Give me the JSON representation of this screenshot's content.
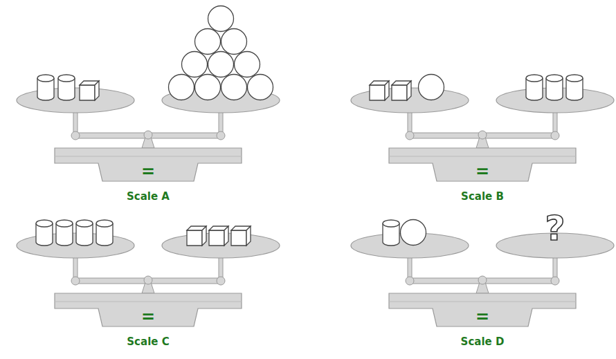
{
  "diagram": {
    "labels": [
      "=",
      "Scale A",
      "=",
      "Scale B",
      "=",
      "Scale C",
      "?",
      "=",
      "Scale D"
    ]
  }
}
